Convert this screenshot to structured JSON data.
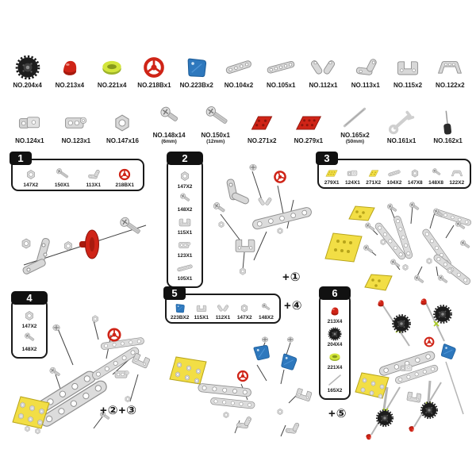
{
  "colors": {
    "metal": "#d8d8d8",
    "metal_stroke": "#8f8f8f",
    "red": "#cf2417",
    "yellow": "#f2de45",
    "yellow_green": "#c9dc34",
    "blue": "#2e78bd",
    "black": "#111111"
  },
  "inventory": {
    "row1": [
      {
        "label": "NO.204x4",
        "icon": "black-wheel-icon"
      },
      {
        "label": "NO.213x4",
        "icon": "red-cap-icon"
      },
      {
        "label": "NO.221x4",
        "icon": "yellow-ring-icon"
      },
      {
        "label": "NO.218Bx1",
        "icon": "steering-wheel-icon"
      },
      {
        "label": "NO.223Bx2",
        "icon": "blue-seat-icon"
      },
      {
        "label": "NO.104x2",
        "icon": "strip-4hole-icon"
      },
      {
        "label": "NO.105x1",
        "icon": "strip-5hole-icon"
      },
      {
        "label": "NO.112x1",
        "icon": "v-bracket-icon"
      },
      {
        "label": "NO.113x1",
        "icon": "angle-bracket-icon"
      },
      {
        "label": "NO.115x2",
        "icon": "u-bracket-icon"
      },
      {
        "label": "NO.122x2",
        "icon": "long-bracket-icon"
      }
    ],
    "row2": [
      {
        "label": "NO.124x1",
        "sub": "",
        "icon": "corner-block-icon"
      },
      {
        "label": "NO.123x1",
        "sub": "",
        "icon": "double-block-icon"
      },
      {
        "label": "NO.147x16",
        "sub": "",
        "icon": "nut-icon"
      },
      {
        "label": "NO.148x14",
        "sub": "(6mm)",
        "icon": "short-screw-icon"
      },
      {
        "label": "NO.150x1",
        "sub": "(12mm)",
        "icon": "long-screw-icon"
      },
      {
        "label": "NO.271x2",
        "sub": "",
        "icon": "red-plate-small-icon"
      },
      {
        "label": "NO.279x1",
        "sub": "",
        "icon": "red-plate-large-icon"
      },
      {
        "label": "NO.165x2",
        "sub": "(50mm)",
        "icon": "rod-icon"
      },
      {
        "label": "NO.161x1",
        "sub": "",
        "icon": "wrench-icon"
      },
      {
        "label": "NO.162x1",
        "sub": "",
        "icon": "screwdriver-icon"
      }
    ]
  },
  "steps": [
    {
      "num": "1",
      "note": "",
      "parts": [
        {
          "code": "147X2",
          "icon": "nut-icon"
        },
        {
          "code": "150X1",
          "icon": "long-screw-icon"
        },
        {
          "code": "113X1",
          "icon": "angle-bracket-icon"
        },
        {
          "code": "218BX1",
          "icon": "steering-wheel-icon"
        }
      ]
    },
    {
      "num": "2",
      "note": "+①",
      "parts": [
        {
          "code": "147X2",
          "icon": "nut-icon"
        },
        {
          "code": "148X2",
          "icon": "short-screw-icon"
        },
        {
          "code": "115X1",
          "icon": "u-bracket-icon"
        },
        {
          "code": "123X1",
          "icon": "double-block-icon"
        },
        {
          "code": "105X1",
          "icon": "strip-5hole-icon"
        }
      ]
    },
    {
      "num": "3",
      "note": "",
      "parts": [
        {
          "code": "279X1",
          "icon": "yellow-plate-large-icon"
        },
        {
          "code": "124X1",
          "icon": "corner-block-icon"
        },
        {
          "code": "271X2",
          "icon": "yellow-plate-small-icon"
        },
        {
          "code": "104X2",
          "icon": "strip-4hole-icon"
        },
        {
          "code": "147X8",
          "icon": "nut-icon"
        },
        {
          "code": "148X8",
          "icon": "short-screw-icon"
        },
        {
          "code": "122X2",
          "icon": "long-bracket-icon"
        }
      ]
    },
    {
      "num": "4",
      "note": "+②+③",
      "parts": [
        {
          "code": "147X2",
          "icon": "nut-icon"
        },
        {
          "code": "148X2",
          "icon": "short-screw-icon"
        }
      ]
    },
    {
      "num": "5",
      "note": "+④",
      "parts": [
        {
          "code": "223BX2",
          "icon": "blue-seat-icon"
        },
        {
          "code": "115X1",
          "icon": "u-bracket-icon"
        },
        {
          "code": "112X1",
          "icon": "v-bracket-icon"
        },
        {
          "code": "147X2",
          "icon": "nut-icon"
        },
        {
          "code": "148X2",
          "icon": "short-screw-icon"
        }
      ]
    },
    {
      "num": "6",
      "note": "+⑤",
      "parts": [
        {
          "code": "213X4",
          "icon": "red-cap-icon"
        },
        {
          "code": "204X4",
          "icon": "black-wheel-icon"
        },
        {
          "code": "221X4",
          "icon": "yellow-ring-icon"
        },
        {
          "code": "165X2",
          "icon": "rod-icon"
        }
      ]
    }
  ]
}
